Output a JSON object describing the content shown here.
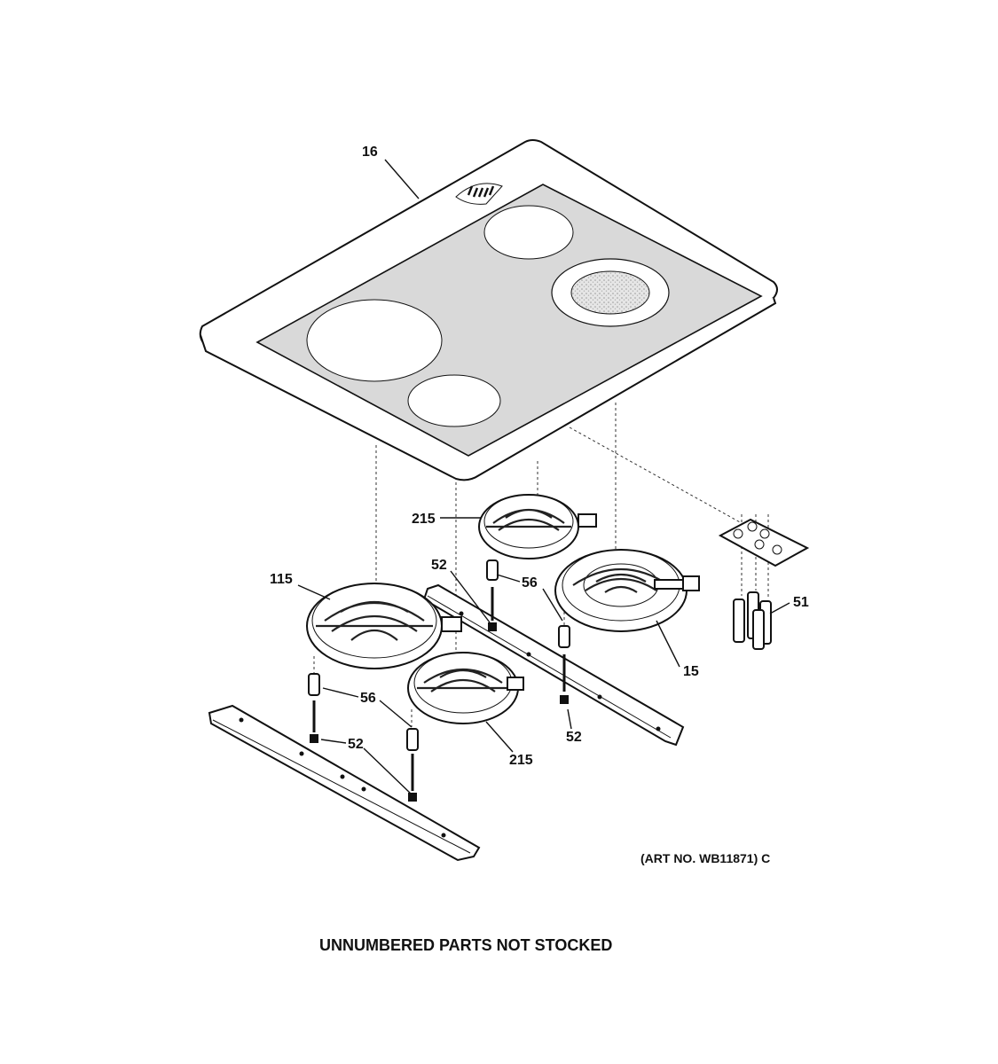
{
  "callouts": {
    "cooktop": "16",
    "element_rear_small": "215",
    "element_left_large": "115",
    "bolt_upper": "52",
    "spacer_upper": "56",
    "element_right_dual": "15",
    "switches": "51",
    "spacer_left": "56",
    "bolt_left": "52",
    "bolt_right": "52",
    "element_front_small": "215"
  },
  "art_number": "(ART NO. WB11871) C",
  "footer_note": "UNNUMBERED PARTS NOT STOCKED"
}
